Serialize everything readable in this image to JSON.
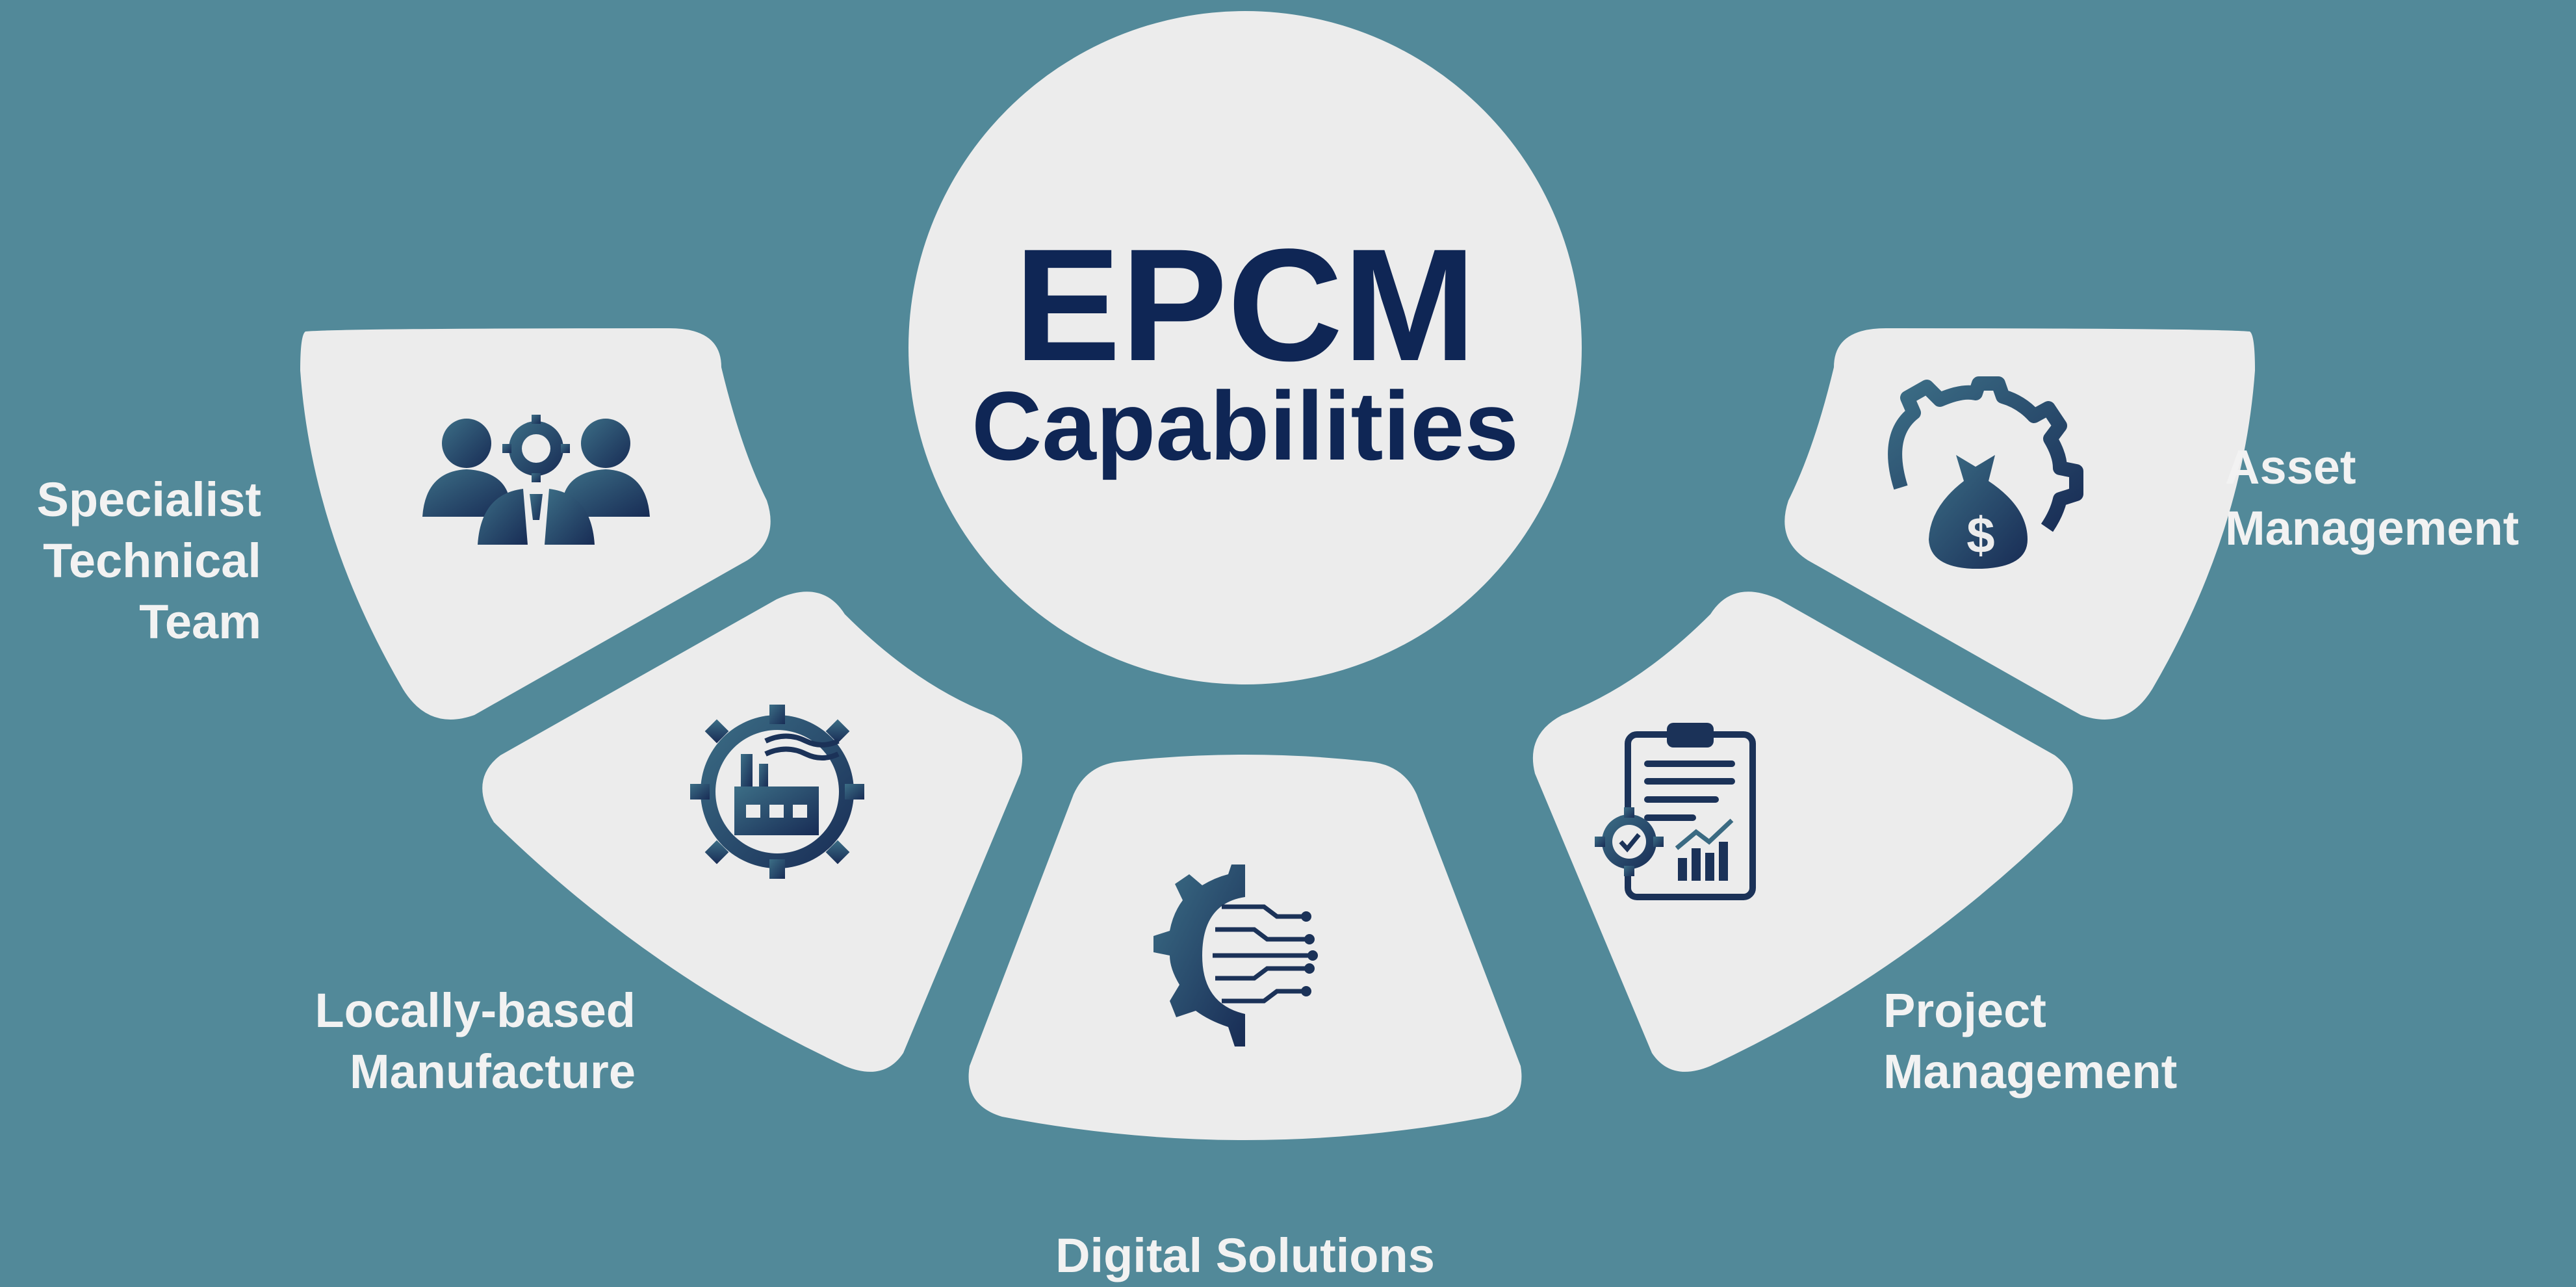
{
  "title": {
    "main": "EPCM",
    "sub": "Capabilities"
  },
  "segments": [
    {
      "label_lines": [
        "Specialist",
        "Technical",
        "Team"
      ],
      "icon": "team-gear-icon"
    },
    {
      "label_lines": [
        "Locally-based",
        "Manufacture"
      ],
      "icon": "factory-gear-icon"
    },
    {
      "label_lines": [
        "Digital Solutions"
      ],
      "icon": "digital-gear-icon"
    },
    {
      "label_lines": [
        "Project",
        "Management"
      ],
      "icon": "clipboard-chart-icon"
    },
    {
      "label_lines": [
        "Asset",
        "Management"
      ],
      "icon": "money-bag-gear-icon"
    }
  ],
  "colors": {
    "background": "#528999",
    "segment_fill": "#ececec",
    "title": "#0f2655",
    "label": "#f2f2f2",
    "icon_dark": "#1b3258",
    "icon_mid": "#3a6a82"
  }
}
